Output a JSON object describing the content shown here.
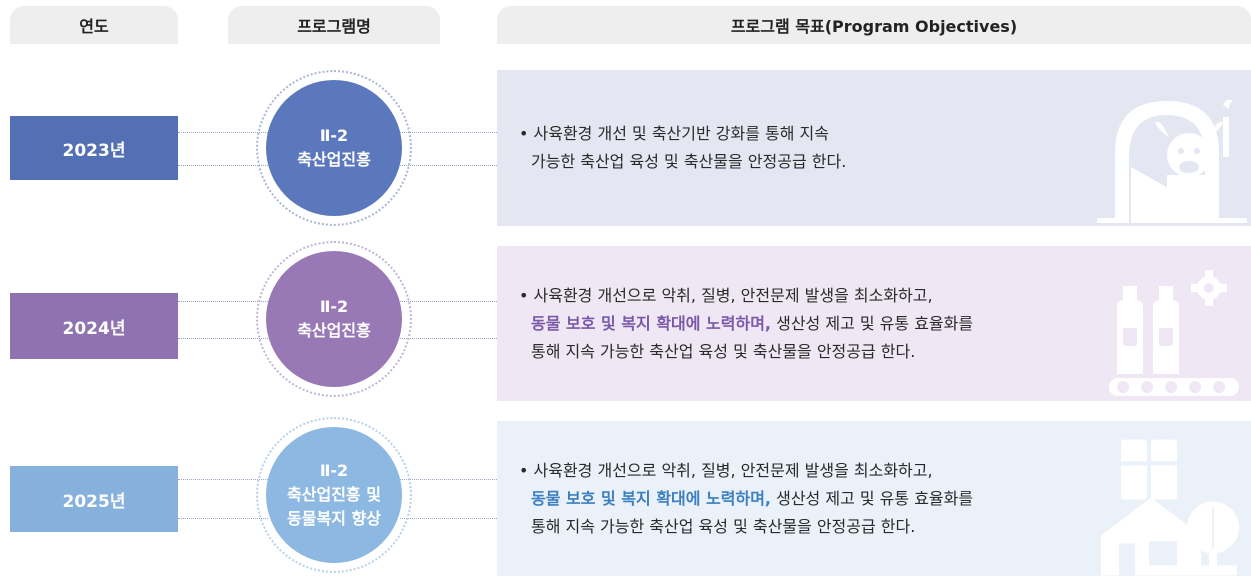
{
  "headers": {
    "year": "연도",
    "program": "프로그램명",
    "objective": "프로그램 목표(Program Objectives)"
  },
  "rows": [
    {
      "year": "2023년",
      "code": "Ⅱ-2",
      "name_lines": [
        "축산업진흥"
      ],
      "objective": {
        "line1": "• 사육환경 개선 및 축산기반 강화를 통해 지속",
        "line2_highlight": "",
        "line2_rest": "가능한 축산업 육성 및 축산물을 안정공급 한다.",
        "line3": ""
      },
      "icon": "cow-farm-icon",
      "colors": {
        "box": "#5470b5",
        "circle": "#5c78bd",
        "panel": "#e4e6f2"
      }
    },
    {
      "year": "2024년",
      "code": "Ⅱ-2",
      "name_lines": [
        "축산업진흥"
      ],
      "objective": {
        "line1": "• 사육환경 개선으로 악취, 질병, 안전문제 발생을 최소화하고,",
        "line2_highlight": "동물 보호 및 복지 확대에 노력하며,",
        "line2_rest": " 생산성 제고 및 유통 효율화를",
        "line3": "통해 지속 가능한 축산업 육성 및 축산물을 안정공급 한다."
      },
      "icon": "milk-factory-icon",
      "colors": {
        "box": "#8f72b0",
        "circle": "#9879b6",
        "panel": "#efe8f4"
      }
    },
    {
      "year": "2025년",
      "code": "Ⅱ-2",
      "name_lines": [
        "축산업진흥 및",
        "동물복지 향상"
      ],
      "objective": {
        "line1": "• 사육환경 개선으로 악취, 질병, 안전문제 발생을 최소화하고,",
        "line2_highlight": "동물 보호 및 복지 확대에 노력하며,",
        "line2_rest": " 생산성 제고 및 유통 효율화를",
        "line3": "통해 지속 가능한 축산업 육성 및 축산물을 안정공급 한다."
      },
      "icon": "farm-house-tree-icon",
      "colors": {
        "box": "#86b1dc",
        "circle": "#8db8e2",
        "panel": "#eaf1f9"
      }
    }
  ]
}
